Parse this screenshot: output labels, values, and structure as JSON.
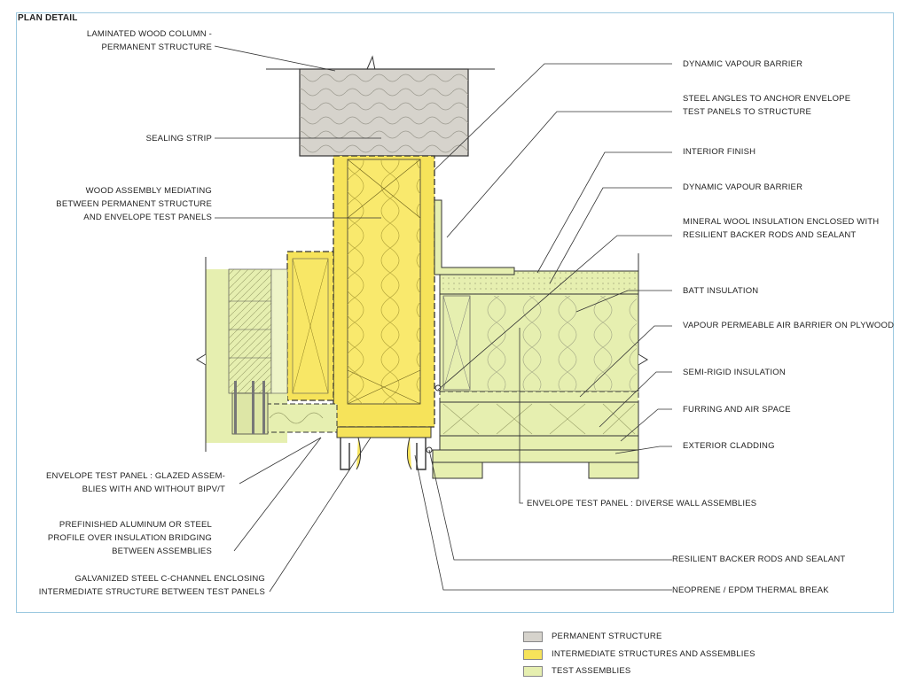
{
  "title": "PLAN DETAIL",
  "colors": {
    "permanent": "#d6d3cc",
    "intermediate": "#f6e35a",
    "test": "#e6efb0",
    "frame": "#9cc9e0"
  },
  "left_labels": [
    [
      "LAMINATED WOOD COLUMN -",
      "PERMANENT STRUCTURE"
    ],
    [
      "SEALING STRIP"
    ],
    [
      "WOOD ASSEMBLY MEDIATING",
      "BETWEEN PERMANENT STRUCTURE",
      "AND ENVELOPE TEST PANELS"
    ],
    [
      "ENVELOPE TEST PANEL : GLAZED ASSEM-",
      "BLIES WITH AND WITHOUT BIPV/T"
    ],
    [
      "PREFINISHED ALUMINUM OR STEEL",
      "PROFILE OVER INSULATION BRIDGING",
      "BETWEEN ASSEMBLIES"
    ],
    [
      "GALVANIZED STEEL C-CHANNEL ENCLOSING",
      "INTERMEDIATE STRUCTURE BETWEEN TEST PANELS"
    ]
  ],
  "right_labels": [
    [
      "DYNAMIC VAPOUR BARRIER"
    ],
    [
      "STEEL ANGLES TO ANCHOR ENVELOPE",
      "TEST PANELS TO STRUCTURE"
    ],
    [
      "INTERIOR FINISH"
    ],
    [
      "DYNAMIC VAPOUR BARRIER"
    ],
    [
      "MINERAL WOOL INSULATION ENCLOSED WITH",
      "RESILIENT BACKER RODS AND SEALANT"
    ],
    [
      "BATT INSULATION"
    ],
    [
      "VAPOUR PERMEABLE AIR BARRIER ON PLYWOOD"
    ],
    [
      "SEMI-RIGID INSULATION"
    ],
    [
      "FURRING AND AIR SPACE"
    ],
    [
      "EXTERIOR CLADDING"
    ],
    [
      "ENVELOPE TEST PANEL : DIVERSE WALL ASSEMBLIES"
    ],
    [
      "RESILIENT BACKER RODS AND SEALANT"
    ],
    [
      "NEOPRENE / EPDM THERMAL BREAK"
    ]
  ],
  "legend": [
    {
      "label": "PERMANENT STRUCTURE",
      "color": "#d6d3cc"
    },
    {
      "label": "INTERMEDIATE STRUCTURES AND ASSEMBLIES",
      "color": "#f6e35a"
    },
    {
      "label": "TEST ASSEMBLIES",
      "color": "#e6efb0"
    }
  ]
}
